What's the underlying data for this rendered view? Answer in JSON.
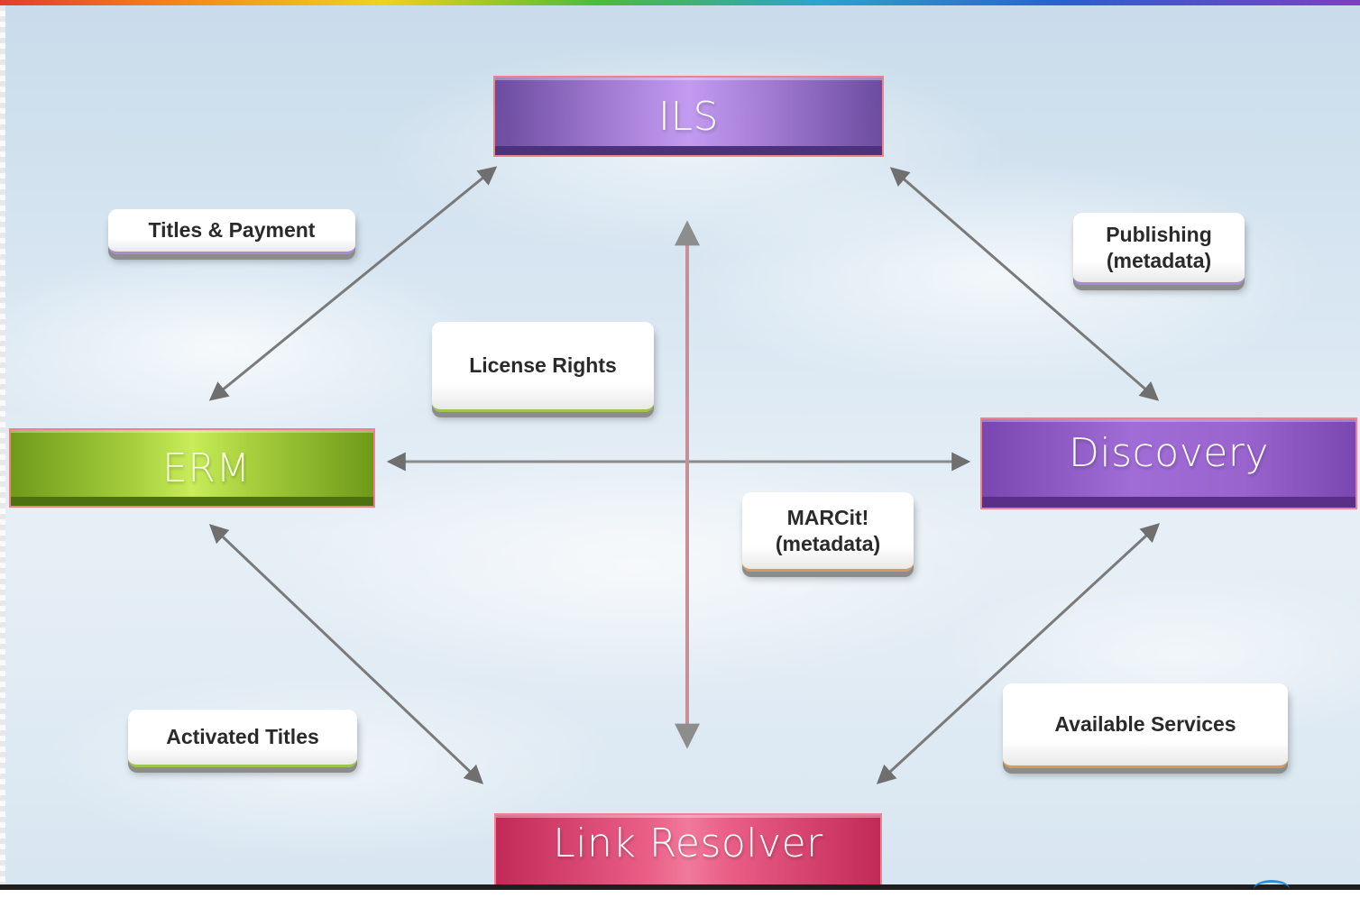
{
  "nodes": {
    "ils": "ILS",
    "erm": "ERM",
    "discovery": "Discovery",
    "link_resolver": "Link Resolver"
  },
  "labels": {
    "titles_payment": "Titles & Payment",
    "publishing_line1": "Publishing",
    "publishing_line2": "(metadata)",
    "license_rights": "License Rights",
    "marcit_line1": "MARCit!",
    "marcit_line2": "(metadata)",
    "activated_titles": "Activated Titles",
    "available_services": "Available Services"
  },
  "colors": {
    "ils": "#a27ad3",
    "erm": "#a9d13f",
    "discovery": "#a06cd6",
    "link_resolver": "#ea5f87",
    "arrow": "#7a7a7a",
    "vertical_arrow": "#c98f98"
  }
}
